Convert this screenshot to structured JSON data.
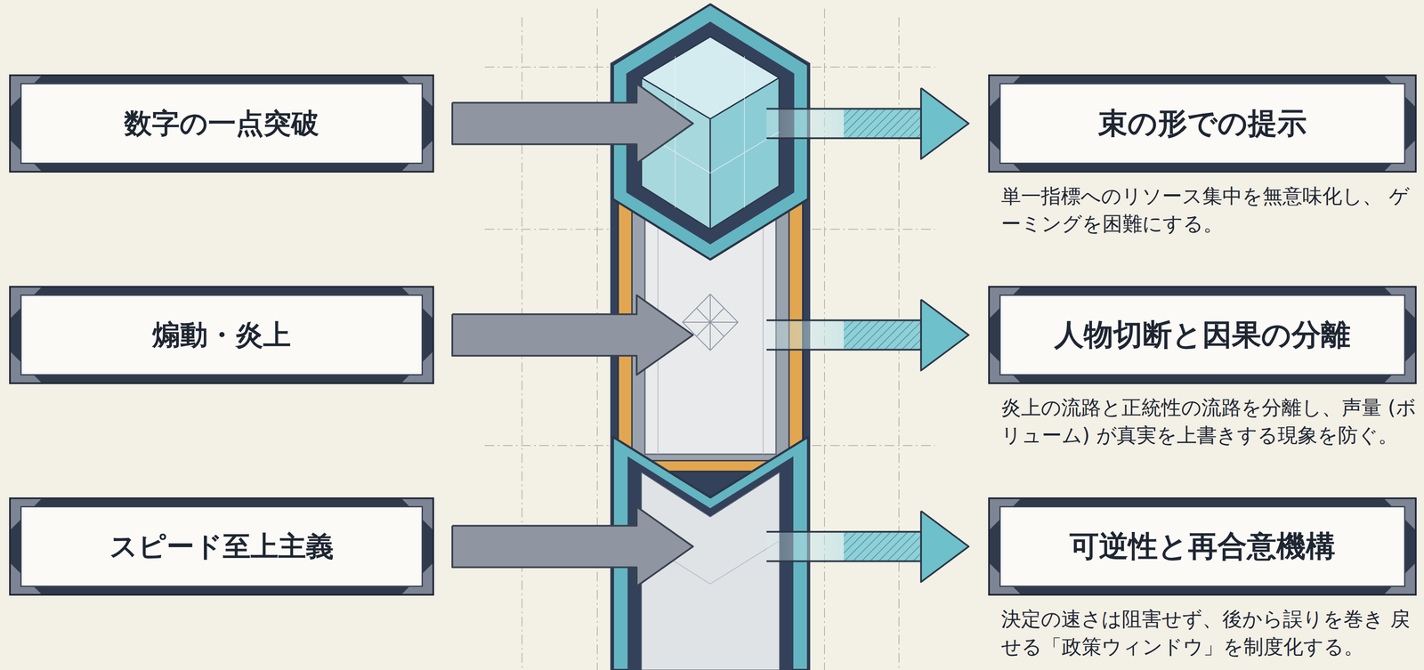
{
  "diagram": {
    "nodes": [
      {
        "text": [
          "数字の一点突破"
        ]
      },
      {
        "text": [
          "束の形での提示",
          "単一指標へのリソース集中を無意味化し、 ゲーミングを困難にする。"
        ]
      },
      {
        "text": [
          "煽動・炎上"
        ]
      },
      {
        "text": [
          "人物切断と因果の分離",
          "炎上の流路と正統性の流路を分離し、声量 (ボリューム) が真実を上書きする現象を防ぐ。"
        ]
      },
      {
        "text": [
          "スピード至上主義"
        ]
      },
      {
        "text": [
          "可逆性と再合意機構",
          "決定の速さは阻害せず、後から誤りを巻き 戻せる「政策ウィンドウ」を制度化する。"
        ]
      }
    ],
    "edges": [
      {
        "from": 0,
        "to": 1,
        "arrow": "to"
      },
      {
        "from": 2,
        "to": 3,
        "arrow": "to"
      },
      {
        "from": 4,
        "to": 5,
        "arrow": "to"
      }
    ]
  }
}
